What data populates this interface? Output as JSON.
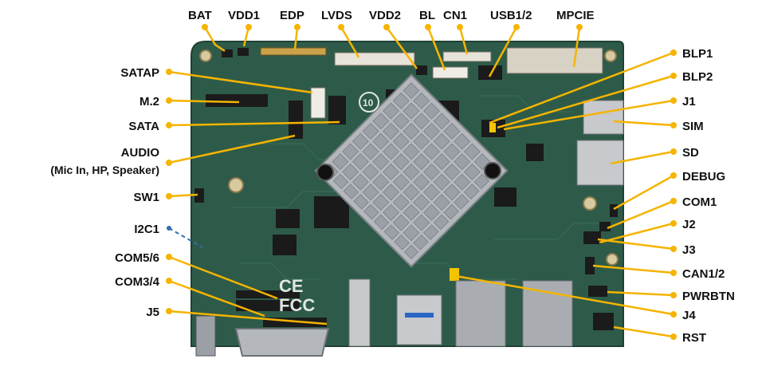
{
  "colors": {
    "leader": "#f5b400",
    "leader_dashed": "#2f6fb3",
    "board": "#2e5b49",
    "heatsink": "#b4b8bd",
    "text": "#111111"
  },
  "labels_top": [
    "BAT",
    "VDD1",
    "EDP",
    "LVDS",
    "VDD2",
    "BL",
    "CN1",
    "USB1/2",
    "MPCIE"
  ],
  "labels_left": [
    "SATAP",
    "M.2",
    "SATA",
    "AUDIO",
    "(Mic In, HP, Speaker)",
    "SW1",
    "I2C1",
    "COM5/6",
    "COM3/4",
    "J5"
  ],
  "labels_right": [
    "BLP1",
    "BLP2",
    "J1",
    "SIM",
    "SD",
    "DEBUG",
    "COM1",
    "J2",
    "J3",
    "CAN1/2",
    "PWRBTN",
    "J4",
    "RST"
  ],
  "board_marks": [
    "CE",
    "FCC",
    "10"
  ],
  "board_image": "embedded-board-photo"
}
